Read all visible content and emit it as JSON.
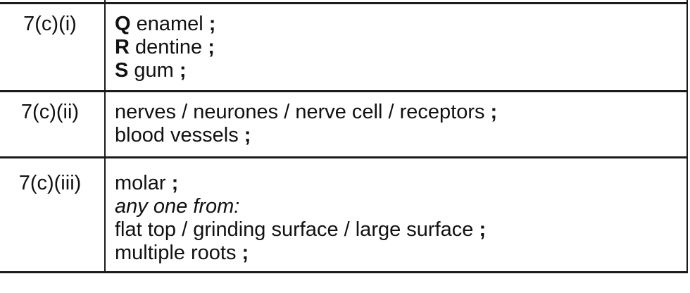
{
  "document_type": "mark scheme table",
  "colors": {
    "border": "#1b1b1b",
    "text": "#111111",
    "background": "#ffffff"
  },
  "table": {
    "rows": [
      {
        "question": "7(c)(i)",
        "lines": [
          [
            {
              "text": "Q",
              "bold": true
            },
            {
              "text": " enamel "
            },
            {
              "text": ";",
              "bold": true
            }
          ],
          [
            {
              "text": "R",
              "bold": true
            },
            {
              "text": " dentine "
            },
            {
              "text": ";",
              "bold": true
            }
          ],
          [
            {
              "text": "S",
              "bold": true
            },
            {
              "text": " gum "
            },
            {
              "text": ";",
              "bold": true
            }
          ]
        ]
      },
      {
        "question": "7(c)(ii)",
        "lines": [
          [
            {
              "text": "nerves / neurones / nerve cell / receptors "
            },
            {
              "text": ";",
              "bold": true
            }
          ],
          [
            {
              "text": "blood vessels "
            },
            {
              "text": ";",
              "bold": true
            }
          ]
        ]
      },
      {
        "question": "7(c)(iii)",
        "lines": [
          [
            {
              "text": "molar "
            },
            {
              "text": ";",
              "bold": true
            }
          ],
          [
            {
              "text": "any one from:",
              "italic": true
            }
          ],
          [
            {
              "text": "flat top / grinding surface / large surface "
            },
            {
              "text": ";",
              "bold": true
            }
          ],
          [
            {
              "text": "multiple roots "
            },
            {
              "text": ";",
              "bold": true
            }
          ]
        ]
      }
    ]
  }
}
